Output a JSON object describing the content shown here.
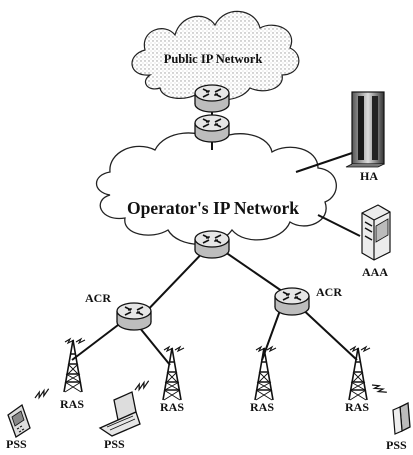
{
  "diagram": {
    "clouds": {
      "public": "Public IP Network",
      "operator": "Operator's IP Network"
    },
    "servers": {
      "ha": "HA",
      "aaa": "AAA"
    },
    "acr_left": "ACR",
    "acr_right": "ACR",
    "ras": [
      "RAS",
      "RAS",
      "RAS",
      "RAS"
    ],
    "pss": [
      "PSS",
      "PSS",
      "PSS"
    ]
  }
}
